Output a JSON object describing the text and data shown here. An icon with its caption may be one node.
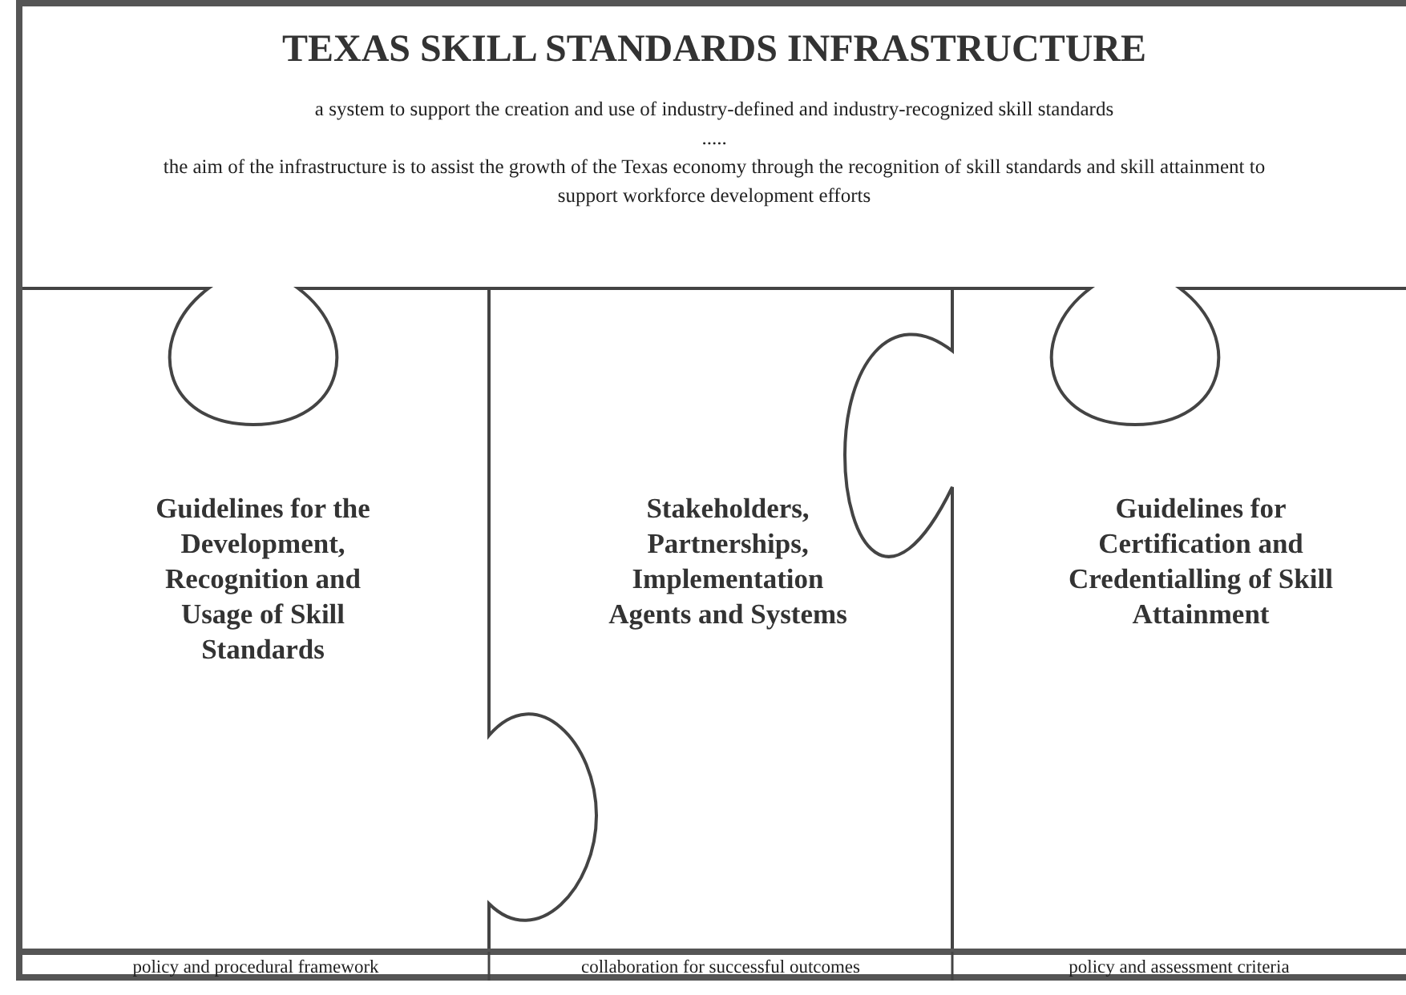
{
  "diagram": {
    "title": "TEXAS SKILL STANDARDS INFRASTRUCTURE",
    "nodes": [
      {
        "text": [
          "a system to support the creation and use of industry-defined and industry-recognized skill standards",
          ".....",
          "the aim of the infrastructure is to assist the growth of the Texas economy through the recognition of skill standards and skill attainment to support workforce development efforts"
        ]
      },
      {
        "text": [
          "Guidelines for the Development, Recognition and Usage of Skill Standards"
        ]
      },
      {
        "text": [
          "Stakeholders, Partnerships, Implementation Agents and Systems"
        ]
      },
      {
        "text": [
          "Guidelines for Certification and Credentialling of Skill Attainment"
        ]
      },
      {
        "text": [
          "policy and procedural framework"
        ]
      },
      {
        "text": [
          "collaboration for successful outcomes"
        ]
      },
      {
        "text": [
          "policy and assessment criteria"
        ]
      }
    ]
  }
}
